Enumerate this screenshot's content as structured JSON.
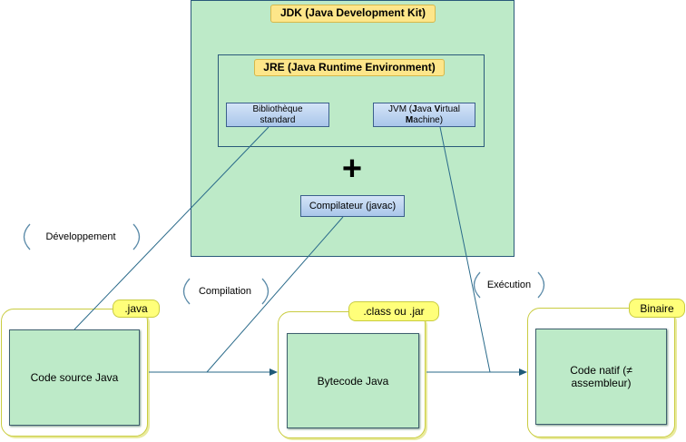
{
  "jdk": {
    "label_parts": [
      [
        "J",
        true
      ],
      [
        "DK (",
        true
      ],
      [
        "J",
        true
      ],
      [
        "ava ",
        false
      ],
      [
        "D",
        true
      ],
      [
        "evelopment ",
        false
      ],
      [
        "K",
        true
      ],
      [
        "it)",
        false
      ]
    ]
  },
  "jre": {
    "label_parts": [
      [
        "JRE (",
        true
      ],
      [
        "J",
        true
      ],
      [
        "ava ",
        false
      ],
      [
        "R",
        true
      ],
      [
        "untime ",
        false
      ],
      [
        "E",
        true
      ],
      [
        "nvironment)",
        false
      ]
    ]
  },
  "lib": {
    "line1": "Bibliothèque",
    "line2": "standard"
  },
  "jvm": {
    "line1_parts": [
      [
        "JVM (",
        false
      ],
      [
        "J",
        true
      ],
      [
        "ava ",
        false
      ],
      [
        "V",
        true
      ],
      [
        "irtual",
        false
      ]
    ],
    "line2_parts": [
      [
        "M",
        true
      ],
      [
        "achine)",
        false
      ]
    ]
  },
  "plus": "+",
  "compiler": "Compilateur (javac)",
  "phases": {
    "dev": "Développement",
    "compile": "Compilation",
    "exec": "Exécution"
  },
  "source": {
    "tag": ".java",
    "text": "Code source Java"
  },
  "bytecode": {
    "tag": ".class ou .jar",
    "text": "Bytecode Java"
  },
  "native": {
    "tag": "Binaire",
    "line1": "Code natif (≠",
    "line2": "assembleur)"
  },
  "colors": {
    "box_green": "#bdeac8",
    "tag_orange": "#fde68a",
    "tag_yellow": "#ffff7a",
    "connector": "#2a6a8a"
  }
}
